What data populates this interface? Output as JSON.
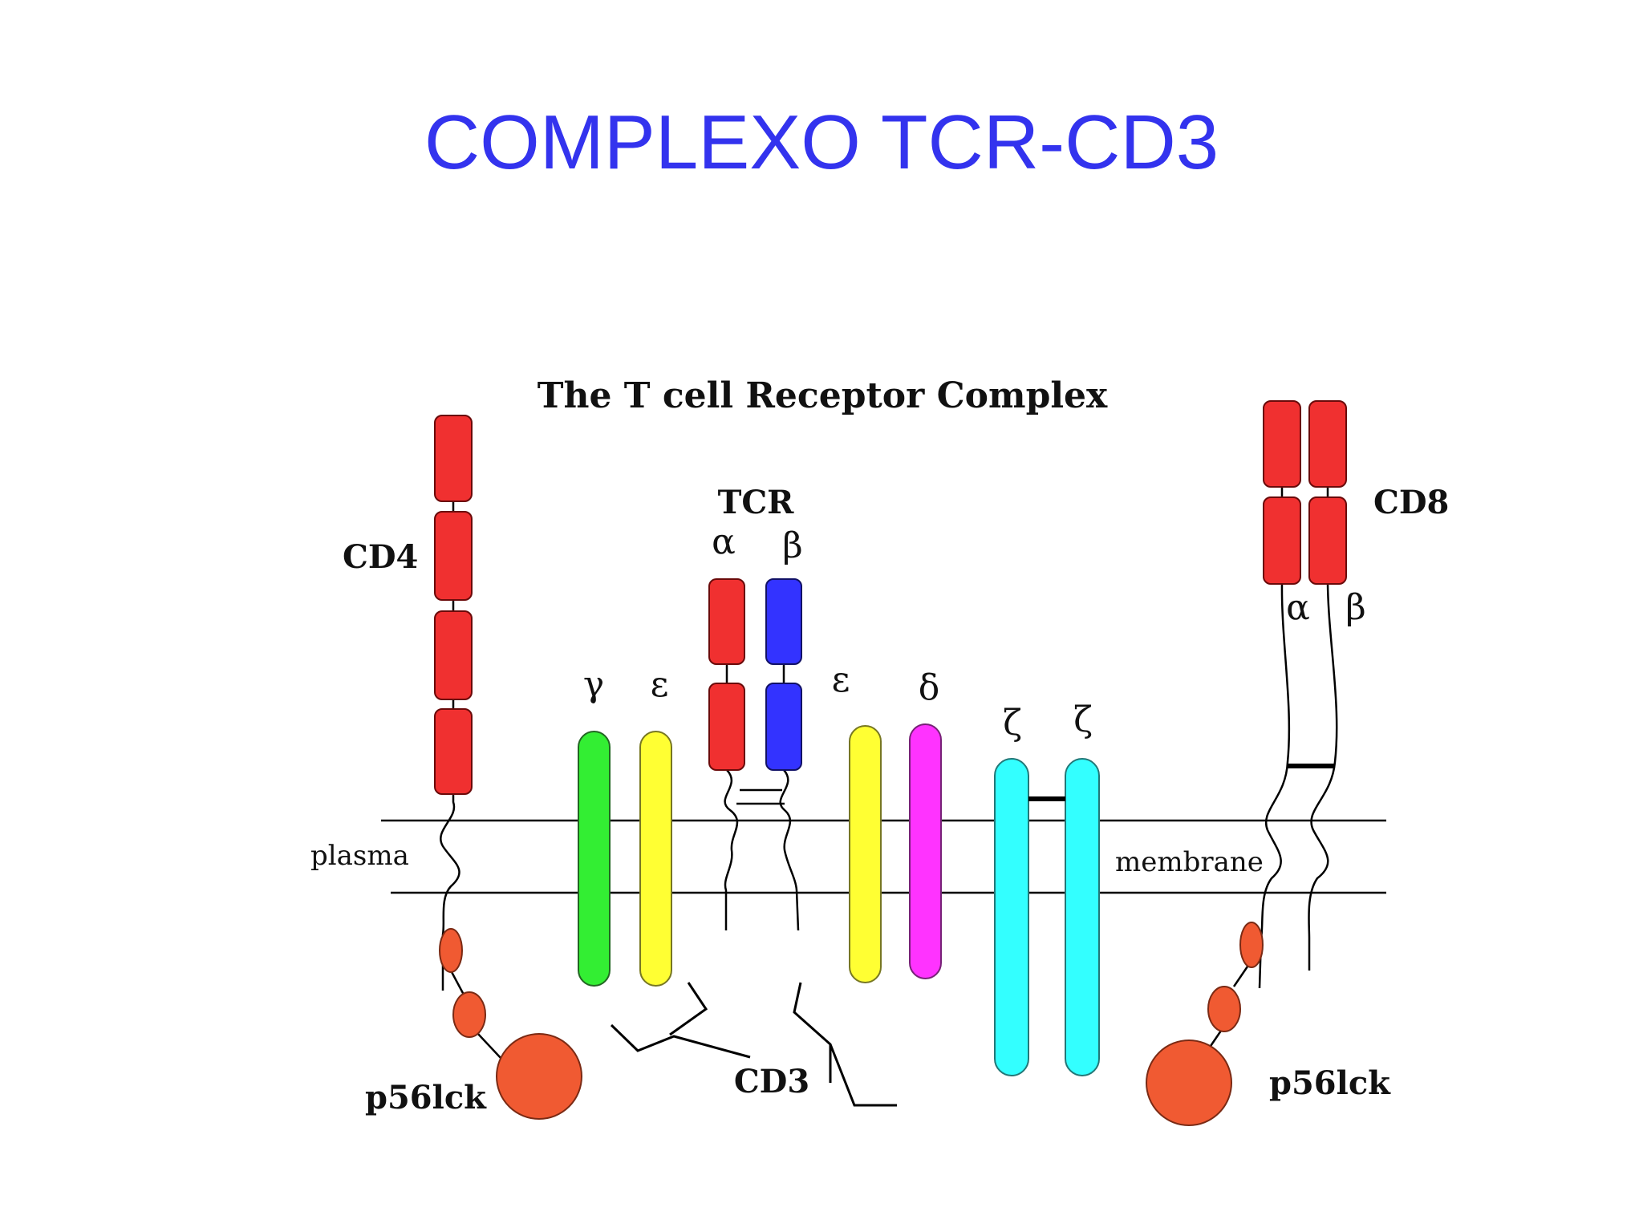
{
  "slide": {
    "title": "COMPLEXO TCR-CD3"
  },
  "diagram": {
    "title": "The T cell Receptor Complex",
    "labels": {
      "cd4": "CD4",
      "cd8": "CD8",
      "tcr": "TCR",
      "cd3": "CD3",
      "p56lck_left": "p56lck",
      "p56lck_right": "p56lck",
      "plasma": "plasma",
      "membrane": "membrane"
    },
    "greek": {
      "tcr_alpha": "α",
      "tcr_beta": "β",
      "cd3_gamma": "γ",
      "cd3_epsilon_1": "ε",
      "cd3_epsilon_2": "ε",
      "cd3_delta": "δ",
      "zeta_1": "ζ",
      "zeta_2": "ζ",
      "cd8_alpha": "α",
      "cd8_beta": "β"
    },
    "colors": {
      "title": "#3333ee",
      "ig_domain": "#f03030",
      "tcr_beta": "#3333ff",
      "cd3_gamma": "#33ee33",
      "cd3_epsilon": "#ffff33",
      "cd3_delta": "#ff33ff",
      "zeta": "#33ffff",
      "lck": "#f05a32"
    }
  }
}
